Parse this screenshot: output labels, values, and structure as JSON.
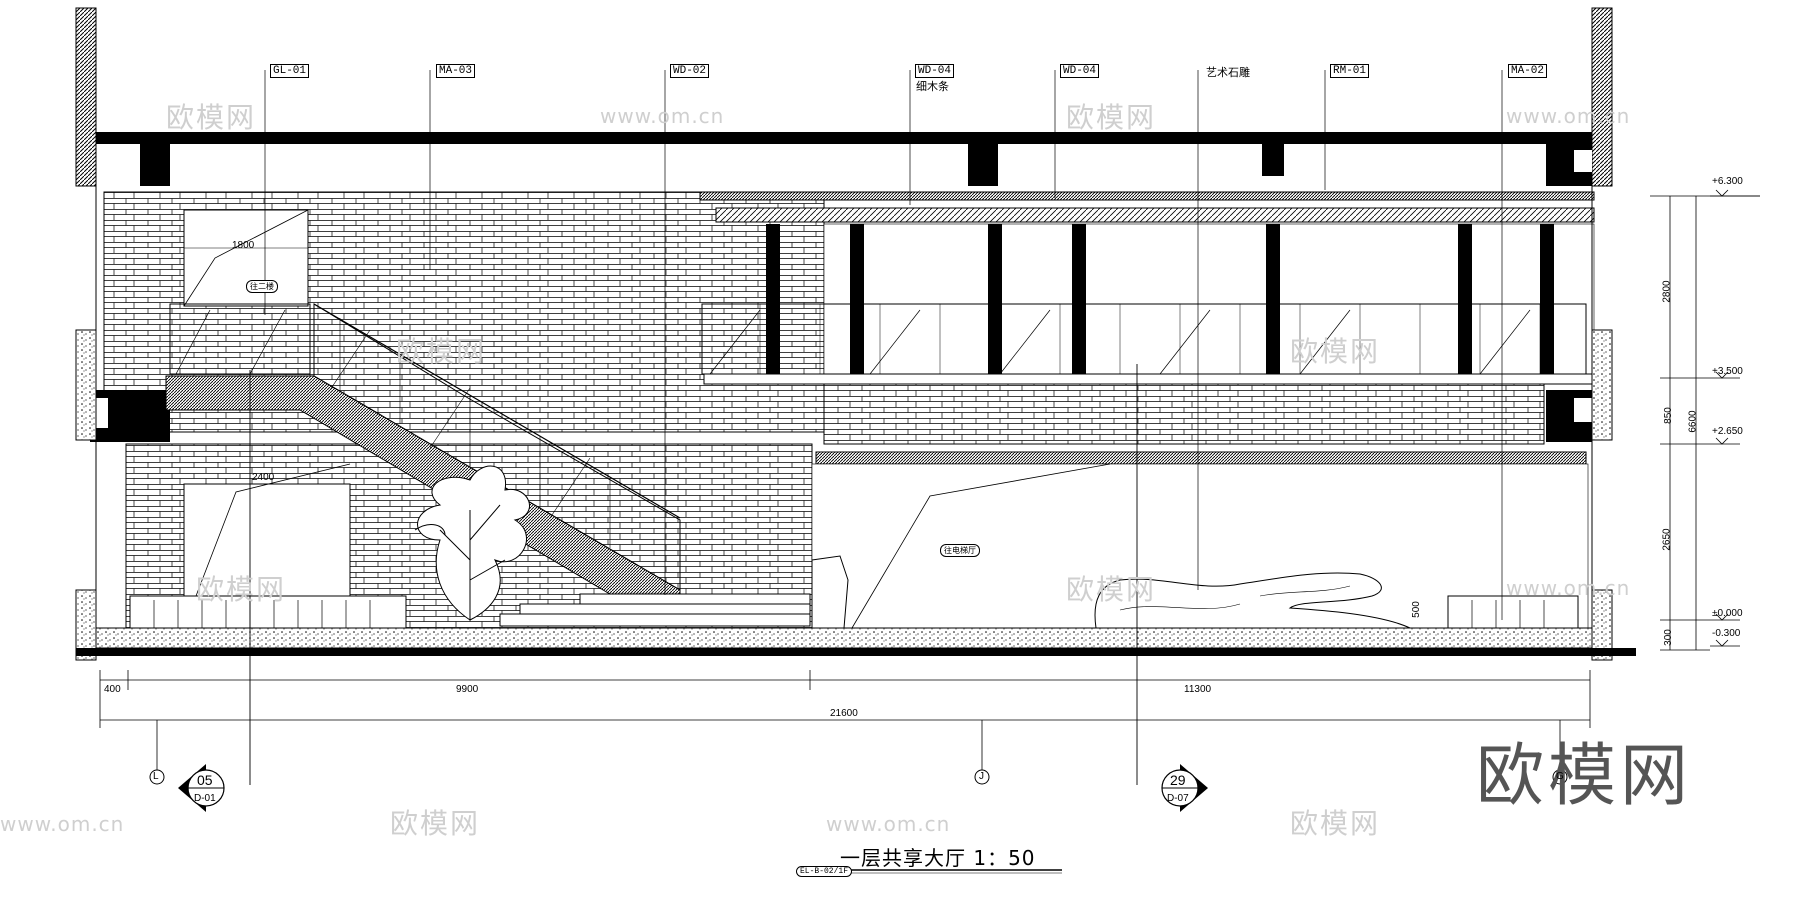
{
  "drawing": {
    "title": "一层共享大厅 1：50",
    "title_code": "EL-B-02/1F",
    "line_color": "#000000",
    "watermark_color": "#cfcfcf"
  },
  "material_tags": [
    {
      "code": "GL-01"
    },
    {
      "code": "MA-03"
    },
    {
      "code": "WD-02"
    },
    {
      "code": "WD-04",
      "note": "细木条"
    },
    {
      "code": "WD-04"
    },
    {
      "code": "艺术石雕"
    },
    {
      "code": "RM-01"
    },
    {
      "code": "MA-02"
    }
  ],
  "room_labels": [
    "往二楼",
    "往电梯厅"
  ],
  "dimensions": {
    "opening_top": "1800",
    "opening_bottom": "2400",
    "small_bottom": "500",
    "bottom_row": [
      "400",
      "9900",
      "11300"
    ],
    "total": "21600",
    "vertical_right": [
      "2800",
      "850",
      "2650",
      "300"
    ],
    "vertical_total": "6600"
  },
  "levels": [
    "+6.300",
    "+3.500",
    "+2.650",
    "±0.000",
    "-0.300"
  ],
  "grid_axes": [
    "L",
    "J",
    "G"
  ],
  "section_marks": [
    {
      "number": "05",
      "ref": "D-01"
    },
    {
      "number": "29",
      "ref": "D-07"
    }
  ],
  "watermarks": {
    "brand": "欧模网",
    "url": "www.om.cn",
    "corner_logo": "欧模网"
  }
}
